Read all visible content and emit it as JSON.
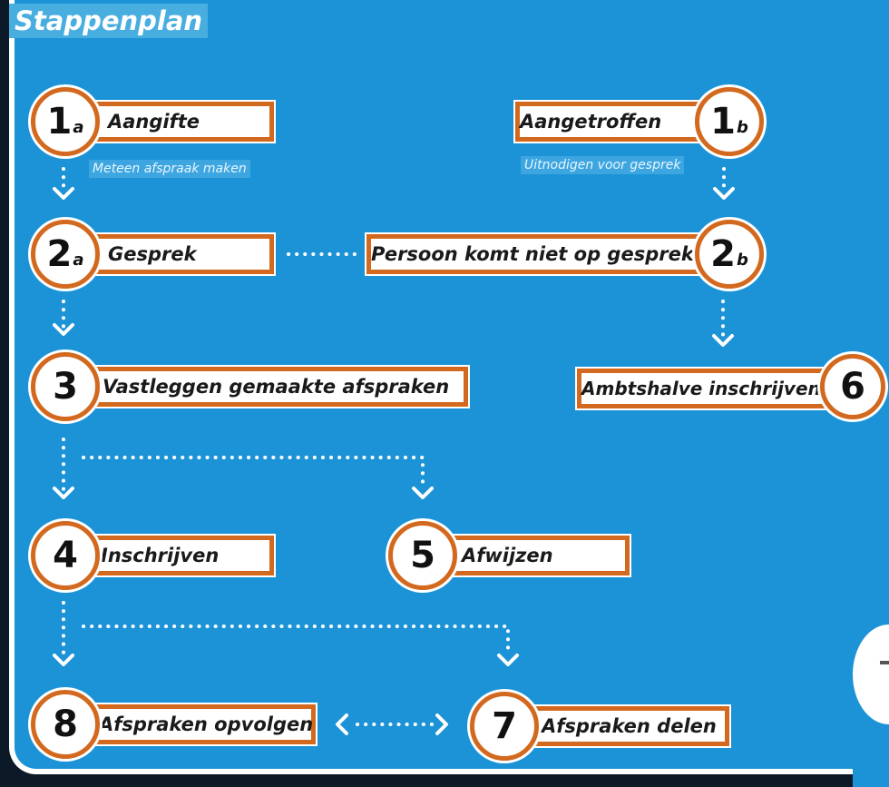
{
  "title": "Stappenplan",
  "notes": {
    "step_1a": "Meteen afspraak maken",
    "step_1b": "Uitnodigen voor gesprek"
  },
  "steps": {
    "s1a": {
      "num": "1",
      "sub": "a",
      "label": "Aangifte"
    },
    "s1b": {
      "num": "1",
      "sub": "b",
      "label": "Aangetroffen"
    },
    "s2a": {
      "num": "2",
      "sub": "a",
      "label": "Gesprek"
    },
    "s2b": {
      "num": "2",
      "sub": "b",
      "label": "Persoon komt niet op gesprek"
    },
    "s3": {
      "num": "3",
      "label": "Vastleggen gemaakte afspraken"
    },
    "s6": {
      "num": "6",
      "label": "Ambtshalve inschrijven"
    },
    "s4": {
      "num": "4",
      "label": "Inschrijven"
    },
    "s5": {
      "num": "5",
      "label": "Afwijzen"
    },
    "s8": {
      "num": "8",
      "label": "Afspraken opvolgen"
    },
    "s7": {
      "num": "7",
      "label": "Afspraken delen"
    }
  },
  "colors": {
    "background": "#1b93d6",
    "accent": "#d2691e",
    "box": "#ffffff",
    "text": "#1a1a1a"
  }
}
